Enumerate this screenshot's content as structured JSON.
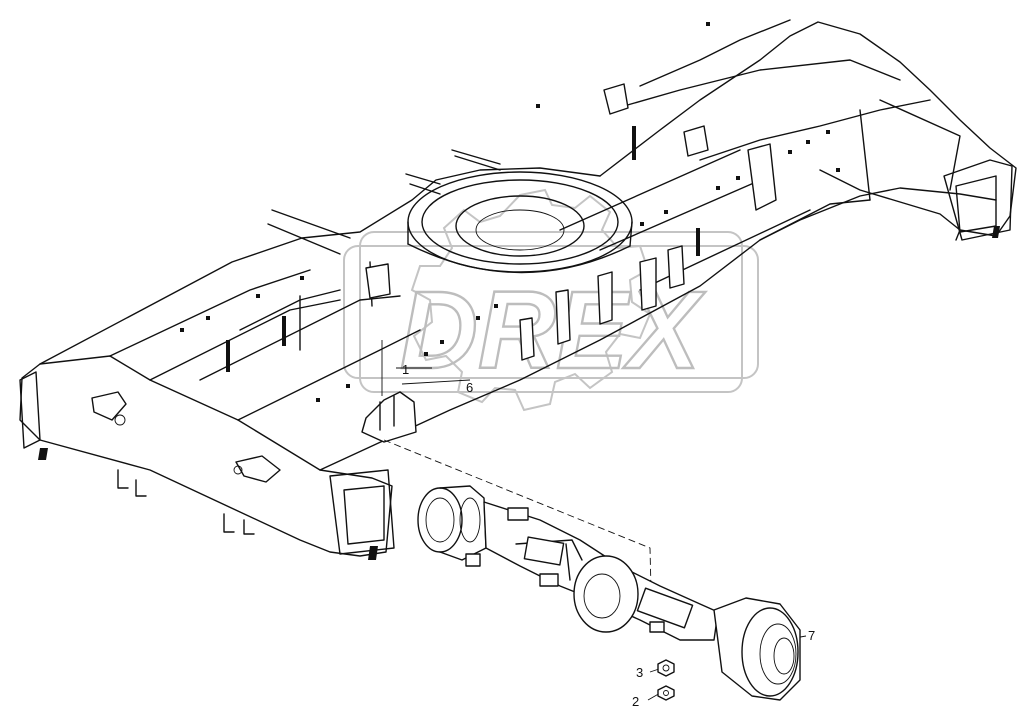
{
  "watermark": {
    "text": "DREX"
  },
  "callouts": [
    {
      "id": "1",
      "label": "1"
    },
    {
      "id": "6",
      "label": "6"
    },
    {
      "id": "7",
      "label": "7"
    },
    {
      "id": "3",
      "label": "3"
    },
    {
      "id": "2",
      "label": "2"
    }
  ],
  "icons": [
    "gear-watermark-icon",
    "frame-drawing",
    "axle-drawing",
    "nut-icon",
    "washer-icon"
  ]
}
